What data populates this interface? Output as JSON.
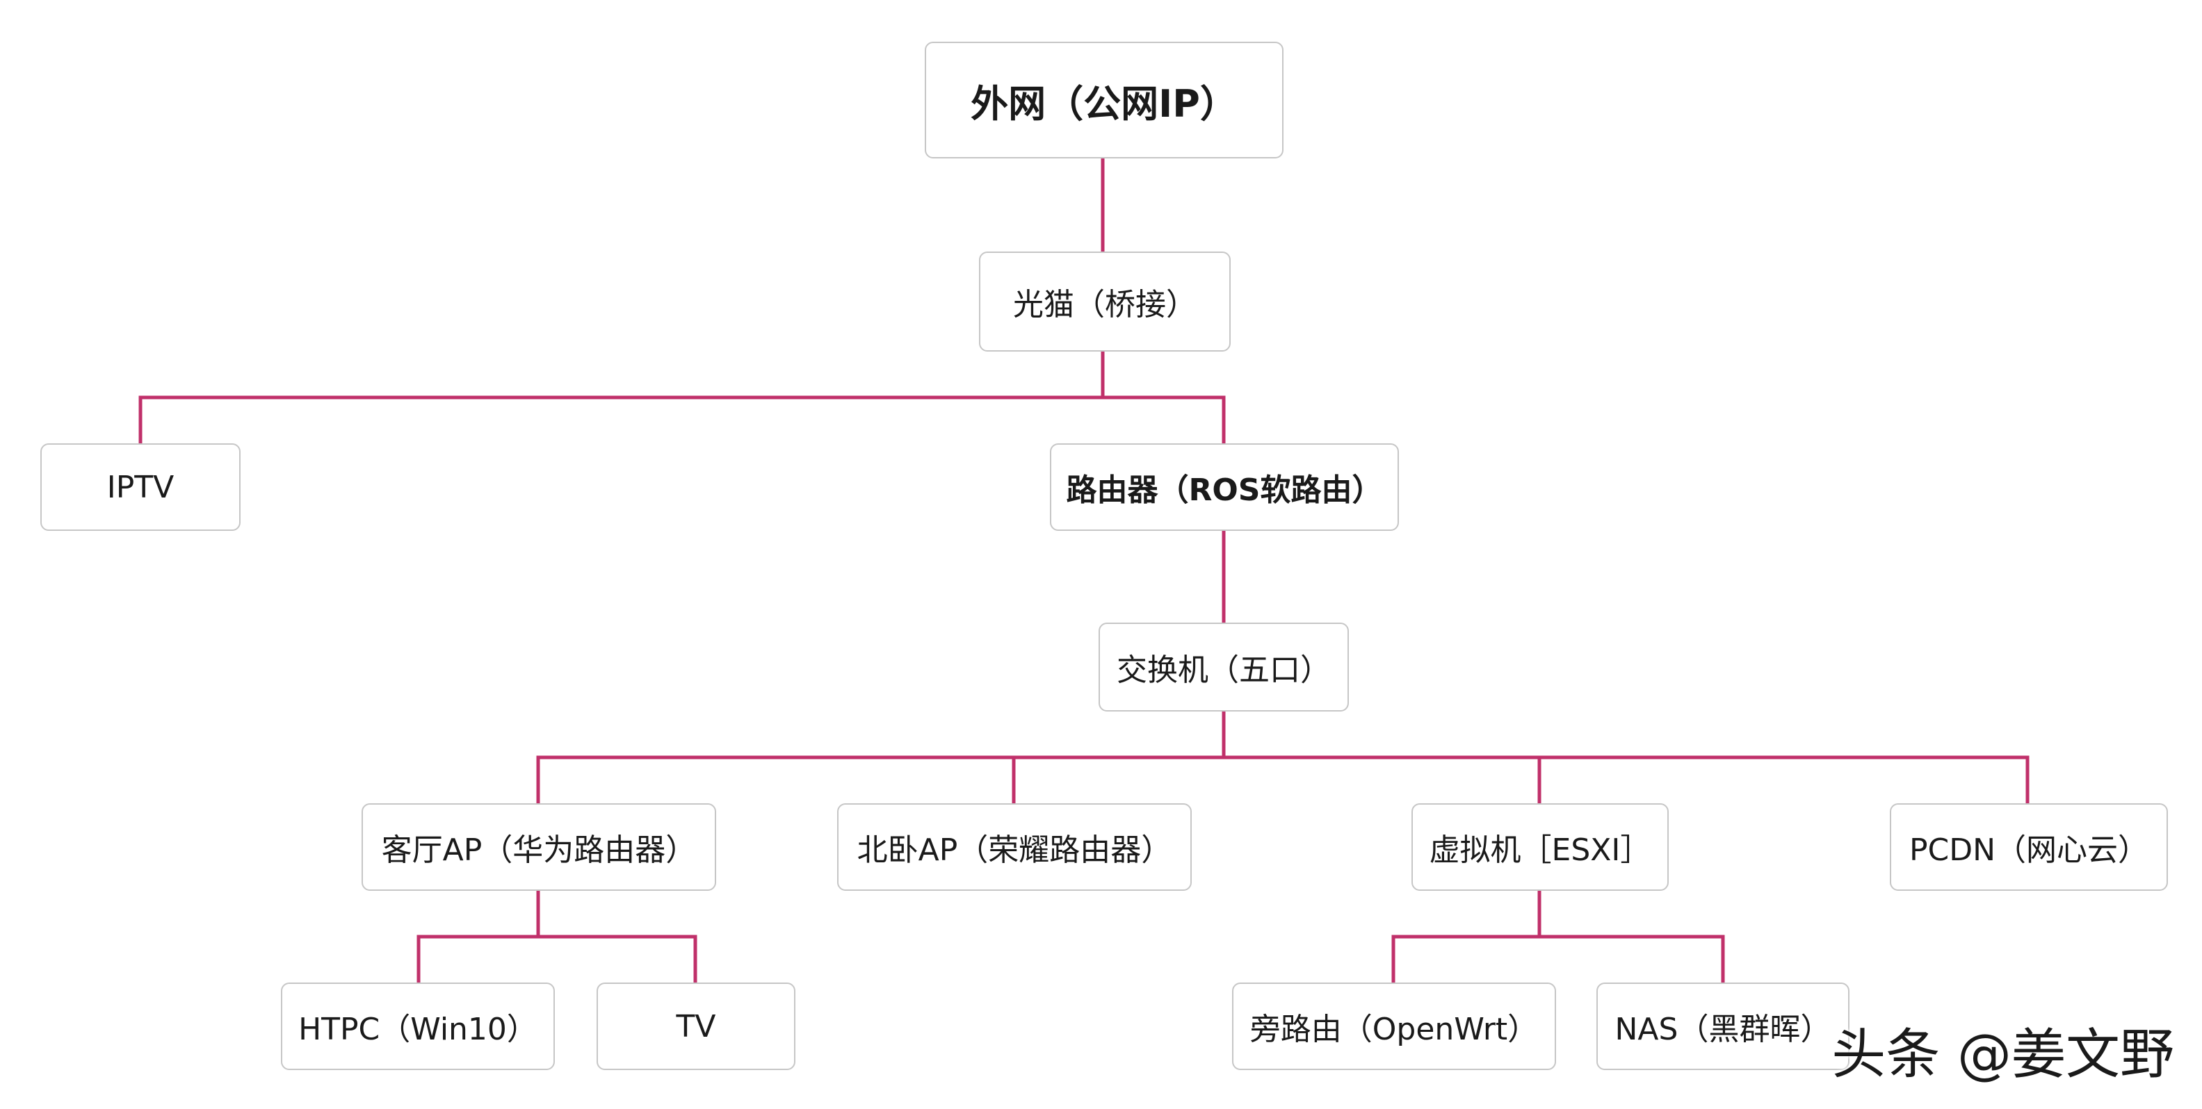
{
  "nodes": {
    "wan": "外网（公网IP）",
    "modem": "光猫（桥接）",
    "iptv": "IPTV",
    "router": "路由器（ROS软路由）",
    "switch": "交换机（五口）",
    "living_ap": "客厅AP（华为路由器）",
    "bedroom_ap": "北卧AP（荣耀路由器）",
    "vm": "虚拟机［ESXI］",
    "pcdn": "PCDN（网心云）",
    "htpc": "HTPC（Win10）",
    "tv": "TV",
    "side_router": "旁路由（OpenWrt）",
    "nas": "NAS（黑群晖）"
  },
  "watermark": "头条 @姜文野",
  "colors": {
    "connector": "#c0306a",
    "node_border": "#c6c6c6"
  }
}
